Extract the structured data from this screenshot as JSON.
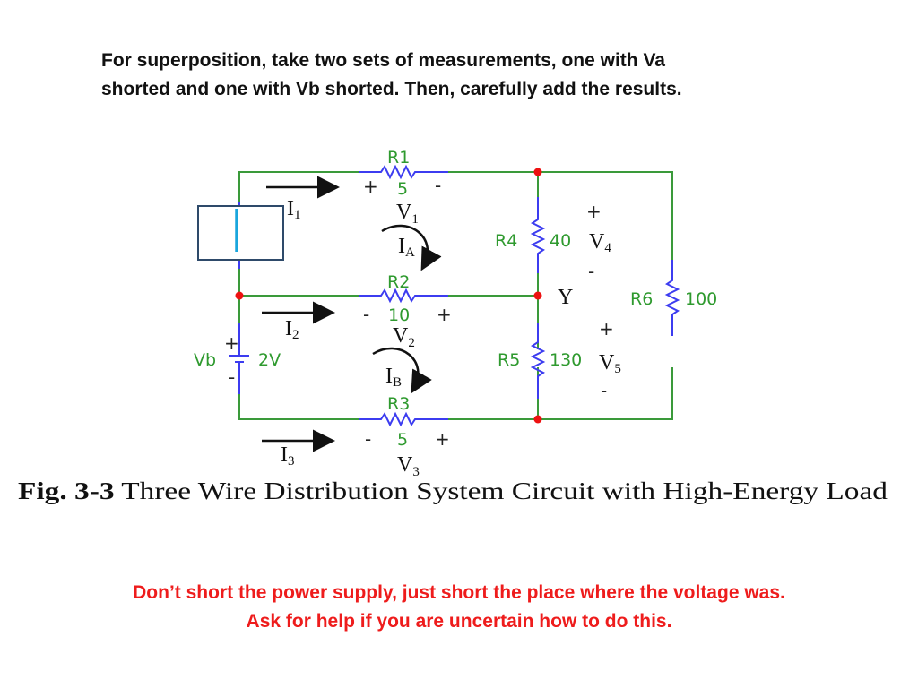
{
  "instructions": {
    "line1": "For superposition, take two sets of measurements, one with Va",
    "line2": "shorted and one with Vb shorted.   Then, carefully add the results."
  },
  "circuit": {
    "r1": {
      "name": "R1",
      "value": "5",
      "plus": "+",
      "minus": "-",
      "v": "V",
      "vsub": "1"
    },
    "r2": {
      "name": "R2",
      "value": "10",
      "plus": "+",
      "minus": "-",
      "v": "V",
      "vsub": "2"
    },
    "r3": {
      "name": "R3",
      "value": "5",
      "plus": "+",
      "minus": "-",
      "v": "V",
      "vsub": "3"
    },
    "r4": {
      "name": "R4",
      "value": "40",
      "plus": "+",
      "minus": "-",
      "v": "V",
      "vsub": "4"
    },
    "r5": {
      "name": "R5",
      "value": "130",
      "plus": "+",
      "minus": "-",
      "v": "V",
      "vsub": "5"
    },
    "r6": {
      "name": "R6",
      "value": "100"
    },
    "vb": {
      "name": "Vb",
      "value": "2V",
      "plus": "+",
      "minus": "-"
    },
    "node_y": "Y",
    "currents": {
      "i1": "I",
      "i1sub": "1",
      "i2": "I",
      "i2sub": "2",
      "i3": "I",
      "i3sub": "3",
      "ia": "I",
      "iasub": "A",
      "ib": "I",
      "ibsub": "B"
    },
    "colors": {
      "wire": "#3a9a3a",
      "component": "#3c3cf0",
      "node": "#ee1111",
      "cover_box": "#2e4a6a",
      "cover_line": "#1aa6dd"
    }
  },
  "caption": {
    "bold": "Fig. 3-3",
    "text": " Three Wire Distribution System Circuit with High-Energy Load"
  },
  "warning": {
    "line1": "Don’t short the power supply,  just short the place where the voltage was.",
    "line2": "Ask for help if you are uncertain how to do this."
  }
}
